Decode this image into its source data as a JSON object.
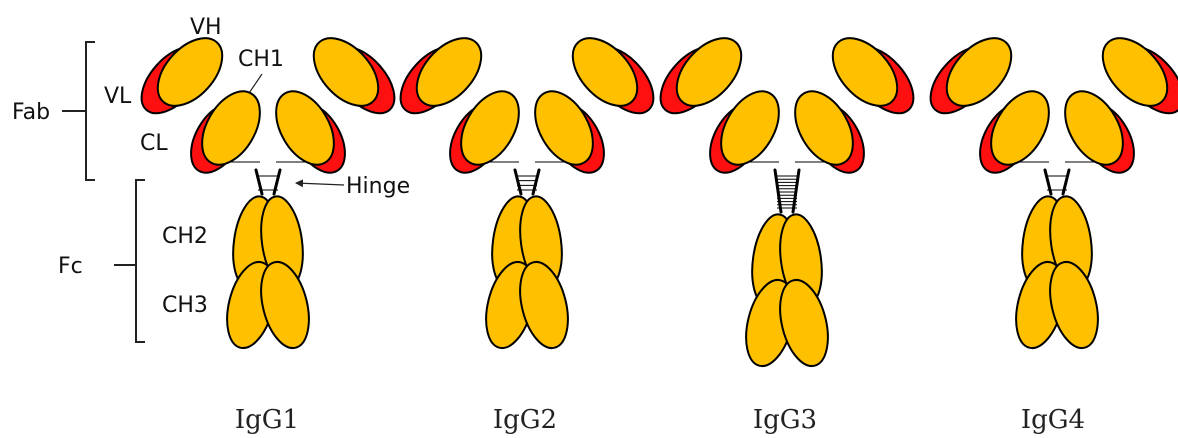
{
  "colors": {
    "heavy_chain": "#FFC000",
    "light_chain": "#FF1010",
    "outline": "#000000"
  },
  "labels": {
    "fab": "Fab",
    "fc": "Fc",
    "vh": "VH",
    "vl": "VL",
    "ch1": "CH1",
    "cl": "CL",
    "ch2": "CH2",
    "ch3": "CH3",
    "hinge": "Hinge"
  },
  "antibodies": [
    {
      "name": "IgG1",
      "hinge_bonds": 2
    },
    {
      "name": "IgG2",
      "hinge_bonds": 4
    },
    {
      "name": "IgG3",
      "hinge_bonds": 11
    },
    {
      "name": "IgG4",
      "hinge_bonds": 2
    }
  ]
}
